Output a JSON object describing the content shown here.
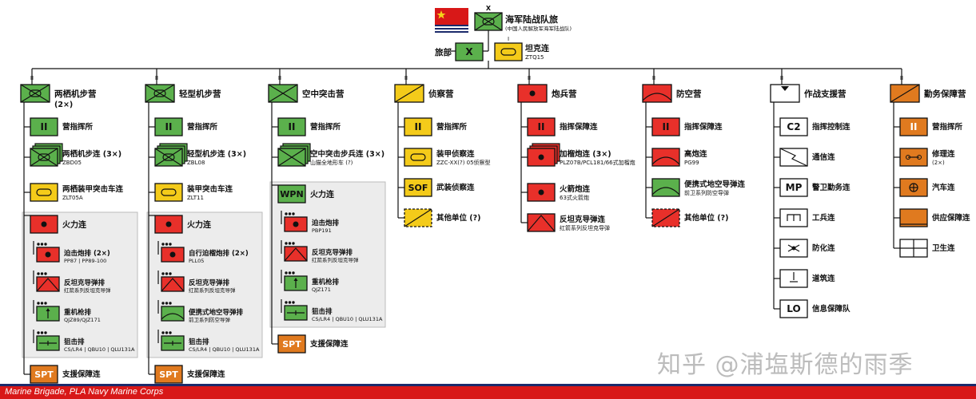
{
  "header": {
    "title": "海军陆战队旅",
    "subtitle": "(中国人民解放军海军陆战队)",
    "echelon": "X",
    "hq_label": "旅部",
    "hq_symbol": "X",
    "tank_name": "坦克连",
    "tank_model": "ZTQ15"
  },
  "battalions": [
    {
      "title": "两栖机步营",
      "count": "(2×)",
      "color": "#5bb04c",
      "units": [
        {
          "name": "营指挥所",
          "sym": "II",
          "color": "#5bb04c"
        },
        {
          "name": "两栖机步连 (3×)",
          "model": "ZBD05",
          "color": "#5bb04c",
          "stack": true
        },
        {
          "name": "两栖装甲突击车连",
          "model": "ZLT05A",
          "color": "#f4cb1a"
        },
        {
          "name": "火力连",
          "color": "#e8302a",
          "sub": [
            {
              "name": "迫击炮排 (2×)",
              "model": "PP87 | PP89-100"
            },
            {
              "name": "反坦克导弹排",
              "model": "红箭系列反坦克导弹"
            },
            {
              "name": "重机枪排",
              "model": "QJZ89/QJZ171",
              "color": "#5bb04c"
            },
            {
              "name": "狙击排",
              "model": "CS/LR4 | QBU10 | QLU131A",
              "color": "#5bb04c"
            }
          ]
        },
        {
          "name": "支援保障连",
          "sym": "SPT",
          "color": "#e07a1f"
        }
      ]
    },
    {
      "title": "轻型机步营",
      "count": "",
      "color": "#5bb04c",
      "units": [
        {
          "name": "营指挥所",
          "sym": "II",
          "color": "#5bb04c"
        },
        {
          "name": "轻型机步连 (3×)",
          "model": "ZBL08",
          "color": "#5bb04c",
          "stack": true
        },
        {
          "name": "装甲突击车连",
          "model": "ZLT11",
          "color": "#f4cb1a"
        },
        {
          "name": "火力连",
          "color": "#e8302a",
          "sub": [
            {
              "name": "自行迫榴炮排 (2×)",
              "model": "PLL05"
            },
            {
              "name": "反坦克导弹排",
              "model": "红箭系列反坦克导弹"
            },
            {
              "name": "便携式地空导弹排",
              "model": "前卫系列防空导弹",
              "color": "#5bb04c"
            },
            {
              "name": "狙击排",
              "model": "CS/LR4 | QBU10 | QLU131A",
              "color": "#5bb04c"
            }
          ]
        },
        {
          "name": "支援保障连",
          "sym": "SPT",
          "color": "#e07a1f"
        }
      ]
    },
    {
      "title": "空中突击营",
      "count": "",
      "color": "#5bb04c",
      "units": [
        {
          "name": "营指挥所",
          "sym": "II",
          "color": "#5bb04c"
        },
        {
          "name": "空中突击步兵连 (3×)",
          "model": "山猫全地形车 (?)",
          "color": "#5bb04c",
          "stack": true
        },
        {
          "name": "火力连",
          "sym": "WPN",
          "color": "#5bb04c",
          "sub": [
            {
              "name": "迫击炮排",
              "model": "PBP191",
              "color": "#e8302a"
            },
            {
              "name": "反坦克导弹排",
              "model": "红箭系列反坦克导弹",
              "color": "#e8302a"
            },
            {
              "name": "重机枪排",
              "model": "QJZ171",
              "color": "#5bb04c"
            },
            {
              "name": "狙击排",
              "model": "CS/LR4 | QBU10 | QLU131A",
              "color": "#5bb04c"
            }
          ]
        },
        {
          "name": "支援保障连",
          "sym": "SPT",
          "color": "#e07a1f"
        }
      ]
    },
    {
      "title": "侦察营",
      "count": "",
      "color": "#f4cb1a",
      "units": [
        {
          "name": "营指挥所",
          "sym": "II",
          "color": "#f4cb1a"
        },
        {
          "name": "装甲侦察连",
          "model": "ZZC-XX(?) 05侦察型",
          "color": "#f4cb1a"
        },
        {
          "name": "武装侦察连",
          "sym": "SOF",
          "color": "#f4cb1a"
        },
        {
          "name": "其他单位 (?)",
          "color": "#f4cb1a",
          "dashed": true
        }
      ]
    },
    {
      "title": "炮兵营",
      "count": "",
      "color": "#e8302a",
      "units": [
        {
          "name": "指挥保障连",
          "sym": "II",
          "color": "#e8302a"
        },
        {
          "name": "加榴炮连 (3×)",
          "model": "PLZ07B/PCL181/66式加榴炮",
          "color": "#e8302a",
          "stack": true
        },
        {
          "name": "火箭炮连",
          "model": "63式火箭炮",
          "color": "#e8302a"
        },
        {
          "name": "反坦克导弹连",
          "model": "红箭系列反坦克导弹",
          "color": "#e8302a"
        }
      ]
    },
    {
      "title": "防空营",
      "count": "",
      "color": "#e8302a",
      "units": [
        {
          "name": "指挥保障连",
          "sym": "II",
          "color": "#e8302a"
        },
        {
          "name": "高炮连",
          "model": "PG99",
          "color": "#e8302a"
        },
        {
          "name": "便携式地空导弹连",
          "model": "前卫系列防空导弹",
          "color": "#5bb04c"
        },
        {
          "name": "其他单位 (?)",
          "color": "#e8302a",
          "dashed": true
        }
      ]
    },
    {
      "title": "作战支援营",
      "count": "",
      "color": "#ffffff",
      "units": [
        {
          "name": "指挥控制连",
          "sym": "C2",
          "color": "#ffffff"
        },
        {
          "name": "通信连",
          "color": "#ffffff"
        },
        {
          "name": "警卫勤务连",
          "sym": "MP",
          "color": "#ffffff"
        },
        {
          "name": "工兵连",
          "color": "#ffffff"
        },
        {
          "name": "防化连",
          "color": "#ffffff"
        },
        {
          "name": "道筑连",
          "color": "#ffffff"
        },
        {
          "name": "信息保障队",
          "sym": "LO",
          "color": "#ffffff"
        }
      ]
    },
    {
      "title": "勤务保障营",
      "count": "",
      "color": "#e07a1f",
      "units": [
        {
          "name": "营指挥所",
          "sym": "II",
          "color": "#e07a1f"
        },
        {
          "name": "修理连",
          "model": "(2×)",
          "color": "#e07a1f"
        },
        {
          "name": "汽车连",
          "color": "#e07a1f"
        },
        {
          "name": "供应保障连",
          "color": "#e07a1f"
        },
        {
          "name": "卫生连",
          "color": "#ffffff"
        }
      ]
    }
  ],
  "footer": {
    "text": "Marine Brigade, PLA Navy Marine Corps"
  },
  "watermark": "知乎 @浦塩斯德的雨季"
}
